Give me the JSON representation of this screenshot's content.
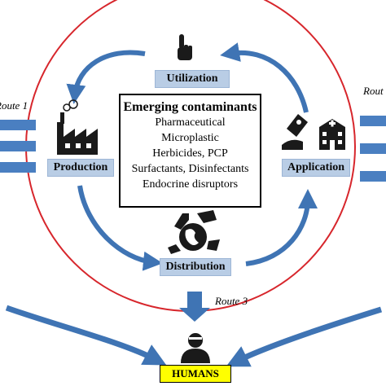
{
  "center": {
    "title": "Emerging contaminants",
    "items": [
      "Pharmaceutical",
      "Microplastic",
      "Herbicides, PCP",
      "Surfactants, Disinfectants",
      "Endocrine disruptors"
    ]
  },
  "stages": {
    "utilization": "Utilization",
    "production": "Production",
    "application": "Application",
    "distribution": "Distribution"
  },
  "routes": {
    "route1": "Route 1",
    "route2": "Rout",
    "route3": "Route 3"
  },
  "target": "HUMANS",
  "colors": {
    "circle": "#d7262c",
    "arrow": "#3f74b4",
    "label_bg": "#b9cde5",
    "target_bg": "#ffff00",
    "route_bar": "#4a7fc1"
  },
  "icons": [
    "pointing-hand-icon",
    "factory-icon",
    "hospital-icon",
    "globe-icon",
    "person-icon"
  ]
}
